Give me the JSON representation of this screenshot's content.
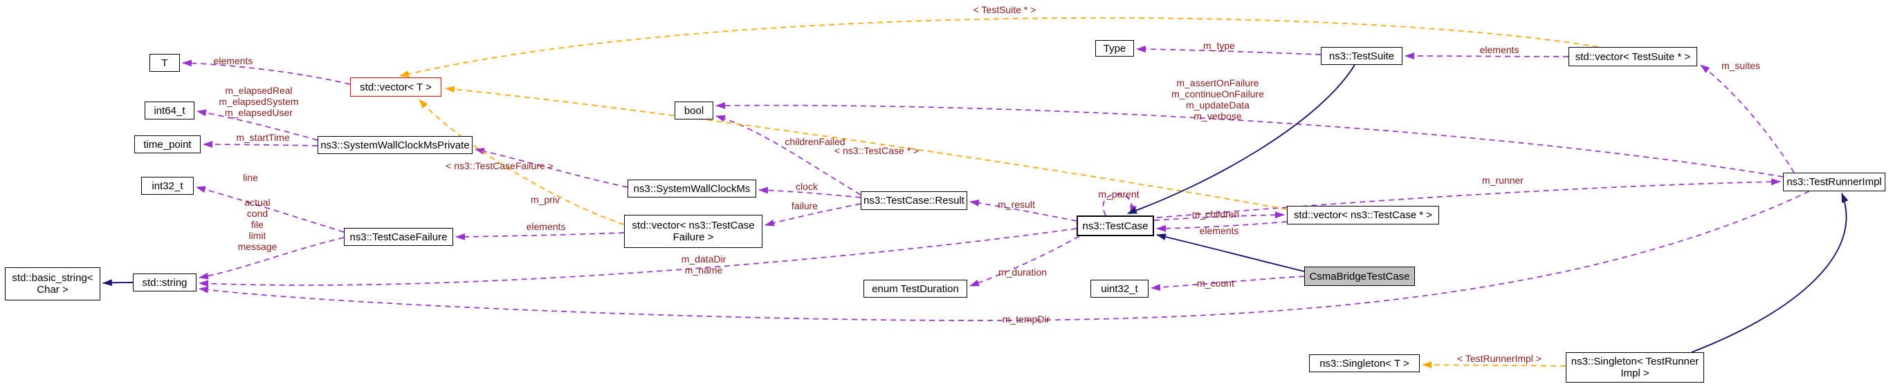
{
  "nodes": {
    "t": "T",
    "int64": "int64_t",
    "time_point": "time_point",
    "int32": "int32_t",
    "basic_string": "std::basic_string<\nChar >",
    "string": "std::string",
    "vector_t": "std::vector< T >",
    "swcm_private": "ns3::SystemWallClockMsPrivate",
    "test_case_failure": "ns3::TestCaseFailure",
    "swcm": "ns3::SystemWallClockMs",
    "vector_tcf": "std::vector< ns3::TestCase\nFailure >",
    "bool": "bool",
    "result": "ns3::TestCase::Result",
    "enum_duration": "enum TestDuration",
    "test_case": "ns3::TestCase",
    "uint32": "uint32_t",
    "vector_tc": "std::vector< ns3::TestCase * >",
    "csma": "CsmaBridgeTestCase",
    "type": "Type",
    "test_suite": "ns3::TestSuite",
    "vector_ts": "std::vector< TestSuite * >",
    "runner": "ns3::TestRunnerImpl",
    "singleton_t": "ns3::Singleton< T >",
    "singleton_runner": "ns3::Singleton< TestRunner\nImpl >"
  },
  "edge_labels": {
    "elements_t": "elements",
    "template_ts": "< TestSuite * >",
    "elapsed": "m_elapsedReal\nm_elapsedSystem\nm_elapsedUser",
    "start_time": "m_startTime",
    "line": "line",
    "failure_fields": "actual\ncond\nfile\nlimit\nmessage",
    "elements_tcf": "elements",
    "m_priv": "m_priv",
    "template_tcf": "< ns3::TestCaseFailure >",
    "clock": "clock",
    "failure": "failure",
    "children_failed": "childrenFailed",
    "template_tc": "< ns3::TestCase * >",
    "m_result": "m_result",
    "m_parent": "m_parent",
    "m_children": "m_children",
    "elements_tc": "elements",
    "data_dir": "m_dataDir\nm_name",
    "m_duration": "m_duration",
    "m_count": "m_count",
    "m_type": "m_type",
    "elements_ts": "elements",
    "m_suites": "m_suites",
    "runner_flags": "m_assertOnFailure\nm_continueOnFailure\nm_updateData\nm_verbose",
    "m_runner": "m_runner",
    "m_temp_dir": "m_tempDir",
    "template_runner": "< TestRunnerImpl >"
  },
  "colors": {
    "usage_edge": "#9932CC",
    "template_edge": "#FFA500",
    "inheritance_edge": "#191970",
    "edge_label_text": "#8B1A1A",
    "node_border": "#000000",
    "truncated_node_border": "#FF0000",
    "main_node_fill": "#BFBFBF"
  }
}
